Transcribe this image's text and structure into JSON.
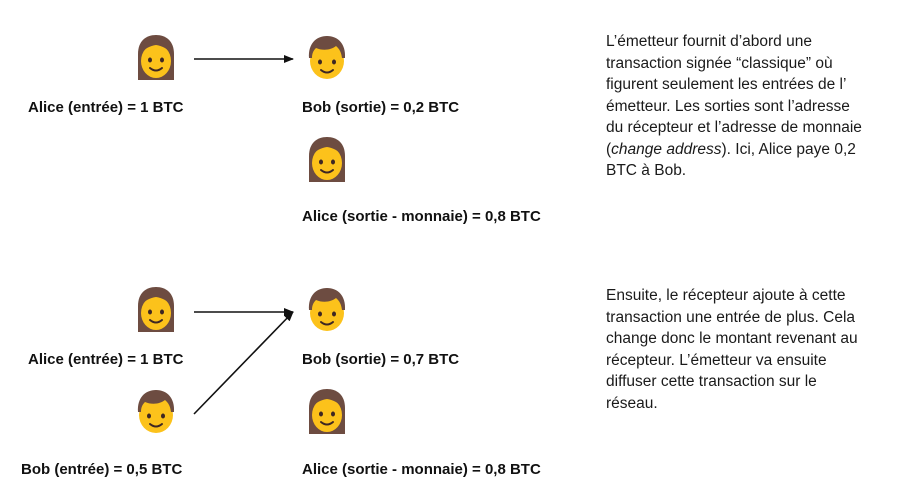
{
  "colors": {
    "skin": "#FCC21B",
    "hair": "#6D4C41",
    "hair_dark": "#543930",
    "features": "#3E2723",
    "arrow": "#111111",
    "text": "#111111"
  },
  "icons": {
    "woman": "woman-emoji",
    "boy": "boy-emoji",
    "arrow": "right-arrow"
  },
  "scenario_1": {
    "inputs": [
      {
        "person": "Alice",
        "icon": "woman",
        "label": "Alice (entrée) = 1 BTC"
      }
    ],
    "outputs": [
      {
        "person": "Bob",
        "icon": "boy",
        "label": "Bob (sortie) = 0,2 BTC"
      },
      {
        "person": "Alice",
        "icon": "woman",
        "label": "Alice (sortie - monnaie) = 0,8 BTC"
      }
    ],
    "description": {
      "line1": "L’émetteur fournit d’abord une",
      "line2": "transaction signée “classique” où",
      "line3": "figurent seulement les entrées de l’",
      "line4": "émetteur. Les sorties sont l’adresse",
      "line5": "du récepteur et l’adresse de monnaie",
      "line6_open": "(",
      "line6_italic": "change address",
      "line6_rest": "). Ici, Alice paye 0,2",
      "line7": "BTC à Bob."
    }
  },
  "scenario_2": {
    "inputs": [
      {
        "person": "Alice",
        "icon": "woman",
        "label": "Alice (entrée) = 1 BTC"
      },
      {
        "person": "Bob",
        "icon": "boy",
        "label": "Bob (entrée) = 0,5 BTC"
      }
    ],
    "outputs": [
      {
        "person": "Bob",
        "icon": "boy",
        "label": "Bob (sortie) = 0,7 BTC"
      },
      {
        "person": "Alice",
        "icon": "woman",
        "label": "Alice (sortie - monnaie) = 0,8 BTC"
      }
    ],
    "description": {
      "line1": "Ensuite, le récepteur ajoute à cette",
      "line2": "transaction une entrée de plus. Cela",
      "line3": "change donc le montant revenant au",
      "line4": "récepteur. L’émetteur va ensuite",
      "line5": "diffuser cette transaction sur le",
      "line6": "réseau."
    }
  }
}
